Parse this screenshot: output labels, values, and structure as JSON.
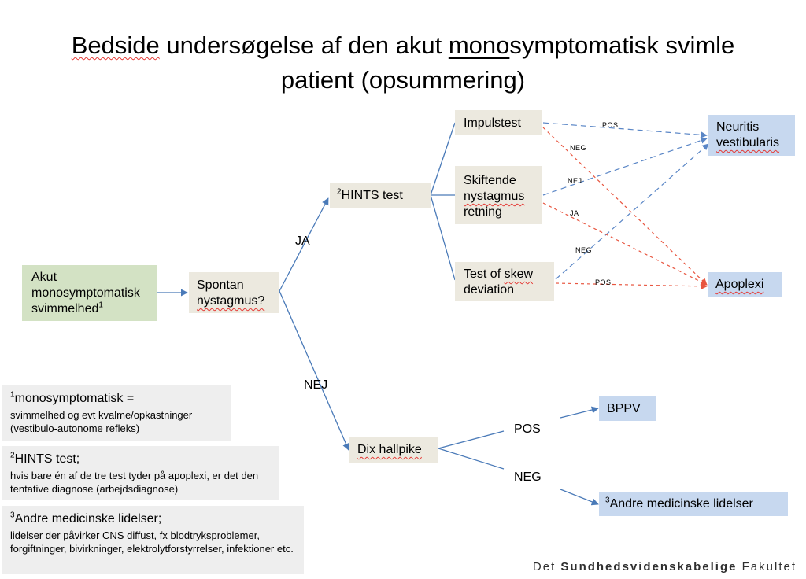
{
  "title": {
    "w1": "Bedside",
    "w2": " undersøgelse af den akut ",
    "w3": "mono",
    "w4": "symptomatisk svimle",
    "line2": "patient (opsummering)"
  },
  "nodes": {
    "akut_line1": "Akut",
    "akut_line2": "monosymptomatisk",
    "akut_line3": "svimmelhed",
    "akut_sup": "1",
    "spontan_line1": "Spontan",
    "spontan_line2": "nystagmus?",
    "hints_sup": "2",
    "hints": "HINTS test",
    "impulstest": "Impulstest",
    "skiftende_line1": "Skiftende",
    "skiftende_line2": "nystagmus",
    "skiftende_line3": "retning",
    "skew_line1a": "Test of ",
    "skew_line1b": "skew",
    "skew_line2": "deviation",
    "neuritis_line1": "Neuritis",
    "neuritis_line2": "vestibularis",
    "apoplexi": "Apoplexi",
    "dix": "Dix hallpike",
    "bppv": "BPPV",
    "andre_sup": "3",
    "andre": "Andre medicinske lidelser"
  },
  "edge_labels": {
    "ja": "JA",
    "nej": "NEJ",
    "pos": "POS",
    "neg": "NEG",
    "imp_pos": "POS",
    "imp_neg": "NEG",
    "skift_nej": "NEJ",
    "skift_ja": "JA",
    "skew_neg": "NEG",
    "skew_pos": "POS"
  },
  "notes": [
    {
      "sup": "1",
      "head": "monosymptomatisk =",
      "body": "svimmelhed og evt kvalme/opkastninger (vestibulo-autonome refleks)"
    },
    {
      "sup": "2",
      "head": "HINTS test;",
      "body": "hvis bare én af de tre test tyder på apoplexi, er det den tentative diagnose (arbejdsdiagnose)"
    },
    {
      "sup": "3",
      "head": "Andre medicinske lidelser;",
      "body": "lidelser der påvirker CNS diffust, fx blodtryksproblemer, forgiftninger, bivirkninger, elektrolytforstyrrelser, infektioner etc."
    }
  ],
  "footer": {
    "pre": "Det ",
    "bold": "Sundhedsvidenskabelige",
    "post": " Fakultet"
  },
  "colors": {
    "solid_arrow": "#4a7ab8",
    "dashed_blue": "#5a86c6",
    "dashed_red": "#e8553f",
    "tan": "#ece9df",
    "green": "#d3e2c4",
    "blue": "#c7d8ef"
  }
}
